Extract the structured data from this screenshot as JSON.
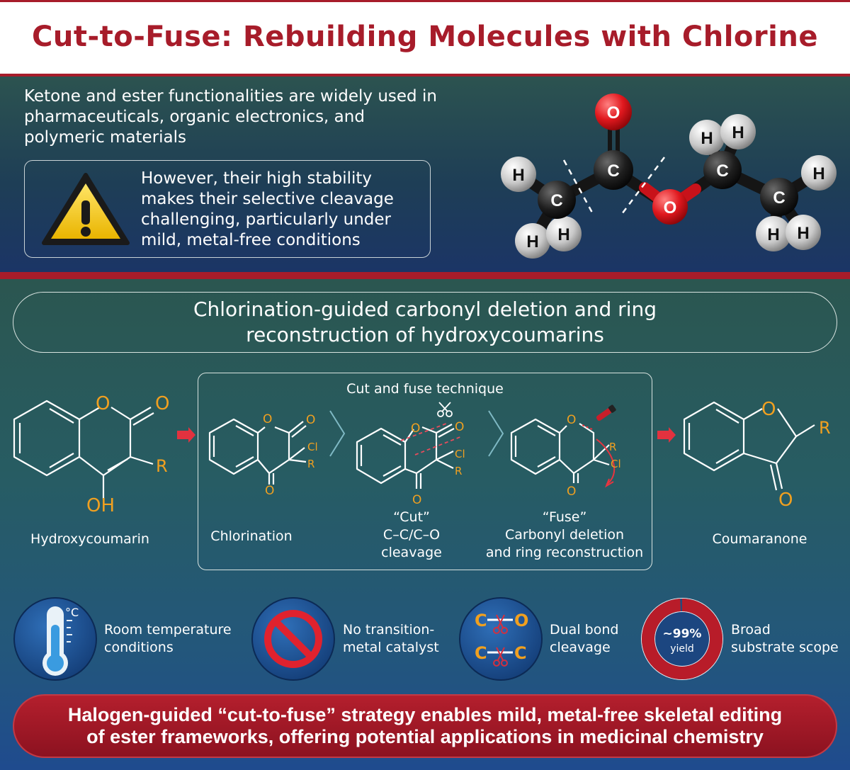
{
  "title": "Cut-to-Fuse: Rebuilding Molecules with Chlorine",
  "intro": "Ketone and ester functionalities are widely used in pharmaceuticals, organic electronics, and polymeric materials",
  "warning": "However, their high stability makes their selective cleavage challenging, particularly under mild, metal-free conditions",
  "molecule_atoms": {
    "o": "O",
    "c": "C",
    "h": "H"
  },
  "section_title_line1": "Chlorination-guided carbonyl deletion and ring",
  "section_title_line2": "reconstruction of hydroxycoumarins",
  "technique_title": "Cut and fuse technique",
  "scheme": {
    "start_label": "Hydroxycoumarin",
    "step1_label": "Chlorination",
    "step2_label_1": "“Cut”",
    "step2_label_2": "C–C/C–O",
    "step2_label_3": "cleavage",
    "step3_label_1": "“Fuse”",
    "step3_label_2": "Carbonyl deletion",
    "step3_label_3": "and ring reconstruction",
    "product_label": "Coumaranone",
    "atoms": {
      "o": "O",
      "r": "R",
      "oh": "OH",
      "cl": "Cl"
    }
  },
  "features": [
    {
      "line1": "Room temperature",
      "line2": "conditions"
    },
    {
      "line1": "No transition-",
      "line2": "metal catalyst"
    },
    {
      "line1": "Dual bond",
      "line2": "cleavage"
    },
    {
      "line1": "Broad",
      "line2": "substrate scope"
    }
  ],
  "thermometer_unit": "°C",
  "bond_icon": {
    "c": "C",
    "o": "O"
  },
  "yield_value": "~99%",
  "yield_label": "yield",
  "yield_fraction": 0.99,
  "conclusion_line1": "Halogen-guided “cut-to-fuse” strategy enables mild, metal-free skeletal editing",
  "conclusion_line2": "of ester frameworks, offering potential applications in medicinal chemistry",
  "colors": {
    "brand_red": "#a71c2a",
    "chem_orange": "#f0a020"
  }
}
